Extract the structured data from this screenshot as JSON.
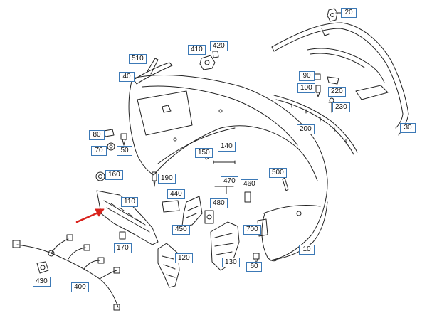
{
  "diagram": {
    "callouts": {
      "c20": "20",
      "c420": "420",
      "c410": "410",
      "c510": "510",
      "c40": "40",
      "c90": "90",
      "c100": "100",
      "c220": "220",
      "c230": "230",
      "c30": "30",
      "c200": "200",
      "c80": "80",
      "c70": "70",
      "c50": "50",
      "c140": "140",
      "c150": "150",
      "c500": "500",
      "c160": "160",
      "c190": "190",
      "c470": "470",
      "c460": "460",
      "c440": "440",
      "c110": "110",
      "c480": "480",
      "c450": "450",
      "c700": "700",
      "c170": "170",
      "c10": "10",
      "c120": "120",
      "c130": "130",
      "c60": "60",
      "c430": "430",
      "c400": "400"
    },
    "colors": {
      "line": "#222222",
      "callout_border": "#3c79b6",
      "arrow": "#d9221c",
      "background": "#ffffff"
    }
  }
}
